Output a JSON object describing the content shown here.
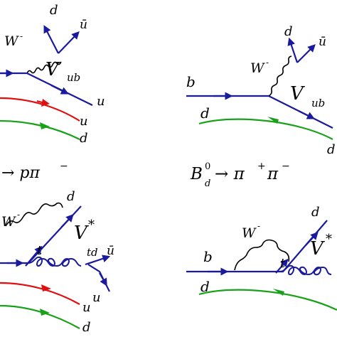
{
  "colors": {
    "quark": "#1a1a9e",
    "red": "#e01010",
    "green": "#1aa11a",
    "text": "#000000"
  },
  "labels": {
    "tl_W": "W",
    "tl_Wsup": "-",
    "tl_d_top": "d",
    "tl_ubar": "ū",
    "tl_V": "V",
    "tl_ub": "ub",
    "tl_u": "u",
    "tl_u2": "u",
    "tl_d2": "d",
    "tl_decay": "→ pπ",
    "tl_decay_sup": "−",
    "tr_b": "b",
    "tr_W": "W",
    "tr_Wsup": "-",
    "tr_d_top": "d",
    "tr_ubar": "ū",
    "tr_V": "V",
    "tr_ub": "ub",
    "tr_d": "d",
    "tr_d_right": "d",
    "tr_B": "B",
    "tr_Bsup": "0",
    "tr_Bsub": "d",
    "tr_decay": "→ π",
    "tr_decay_sup1": "+",
    "tr_pi2": "π",
    "tr_decay_sup2": "−",
    "bl_W": "W",
    "bl_Wsup": "-",
    "bl_d_top": "d",
    "bl_V": "V",
    "bl_Vstar": "*",
    "bl_t": "t",
    "bl_td": "td",
    "bl_ubar": "ū",
    "bl_u": "u",
    "bl_u2": "u",
    "bl_d": "d",
    "br_W": "W",
    "br_Wsup": "-",
    "br_d_top": "d",
    "br_V": "V",
    "br_Vstar": "*",
    "br_b": "b",
    "br_t": "t",
    "br_d": "d"
  }
}
